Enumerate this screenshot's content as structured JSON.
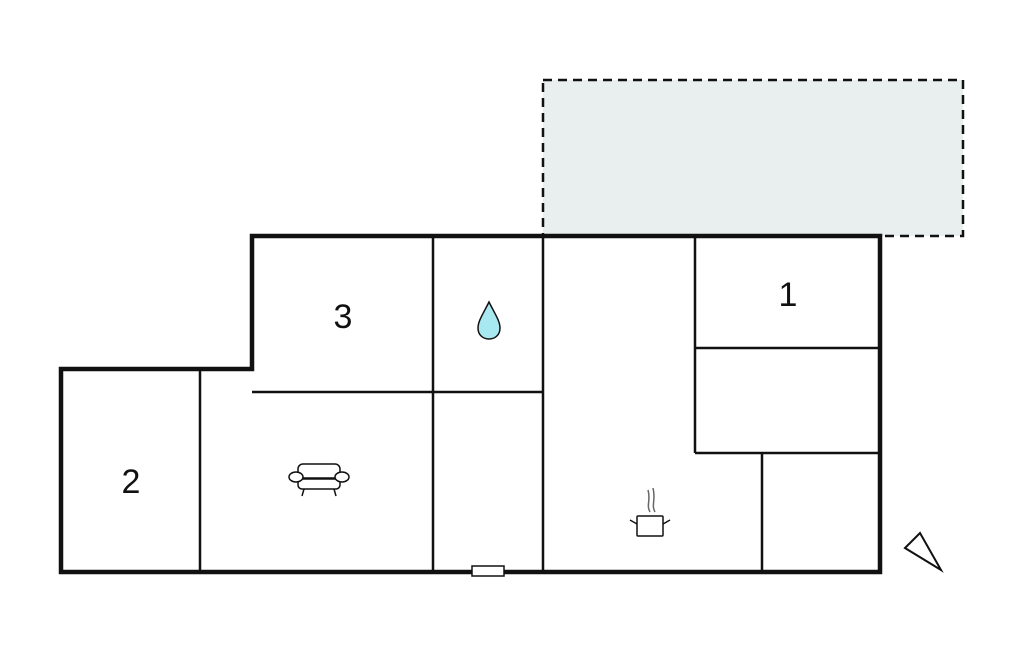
{
  "floorplan": {
    "rooms": [
      {
        "id": "bedroom-3",
        "label": "3"
      },
      {
        "id": "bedroom-2",
        "label": "2"
      },
      {
        "id": "bedroom-1",
        "label": "1"
      }
    ],
    "icons": {
      "bathroom": "water-drop-icon",
      "living_room": "sofa-icon",
      "kitchen": "cooking-pot-icon",
      "orientation": "north-arrow-icon"
    },
    "colors": {
      "wall": "#111111",
      "terrace_fill": "#e9eeee",
      "water": "#a8e8f0"
    }
  }
}
